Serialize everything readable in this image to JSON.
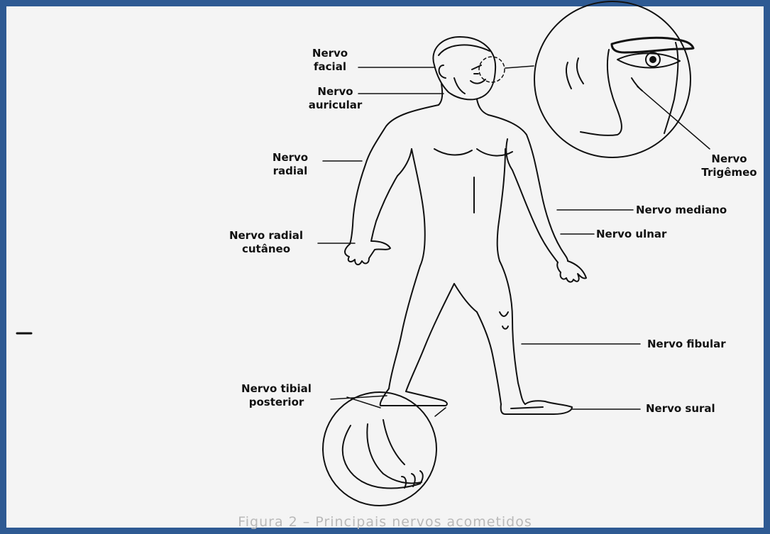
{
  "labels": {
    "facial": [
      "Nervo",
      "facial"
    ],
    "auricular": [
      "Nervo",
      "auricular"
    ],
    "radial": [
      "Nervo",
      "radial"
    ],
    "radial_cutaneo": [
      "Nervo radial",
      "cutâneo"
    ],
    "trigemeo": [
      "Nervo",
      "Trigêmeo"
    ],
    "mediano": "Nervo mediano",
    "ulnar": "Nervo ulnar",
    "fibular": "Nervo fibular",
    "sural": "Nervo sural",
    "tibial_posterior": [
      "Nervo tibial",
      "posterior"
    ]
  },
  "caption": "Figura 2 – Principais nervos acometidos",
  "colors": {
    "frame": "#2e5a93",
    "ink": "#111111",
    "caption": "#b9b9b9"
  }
}
